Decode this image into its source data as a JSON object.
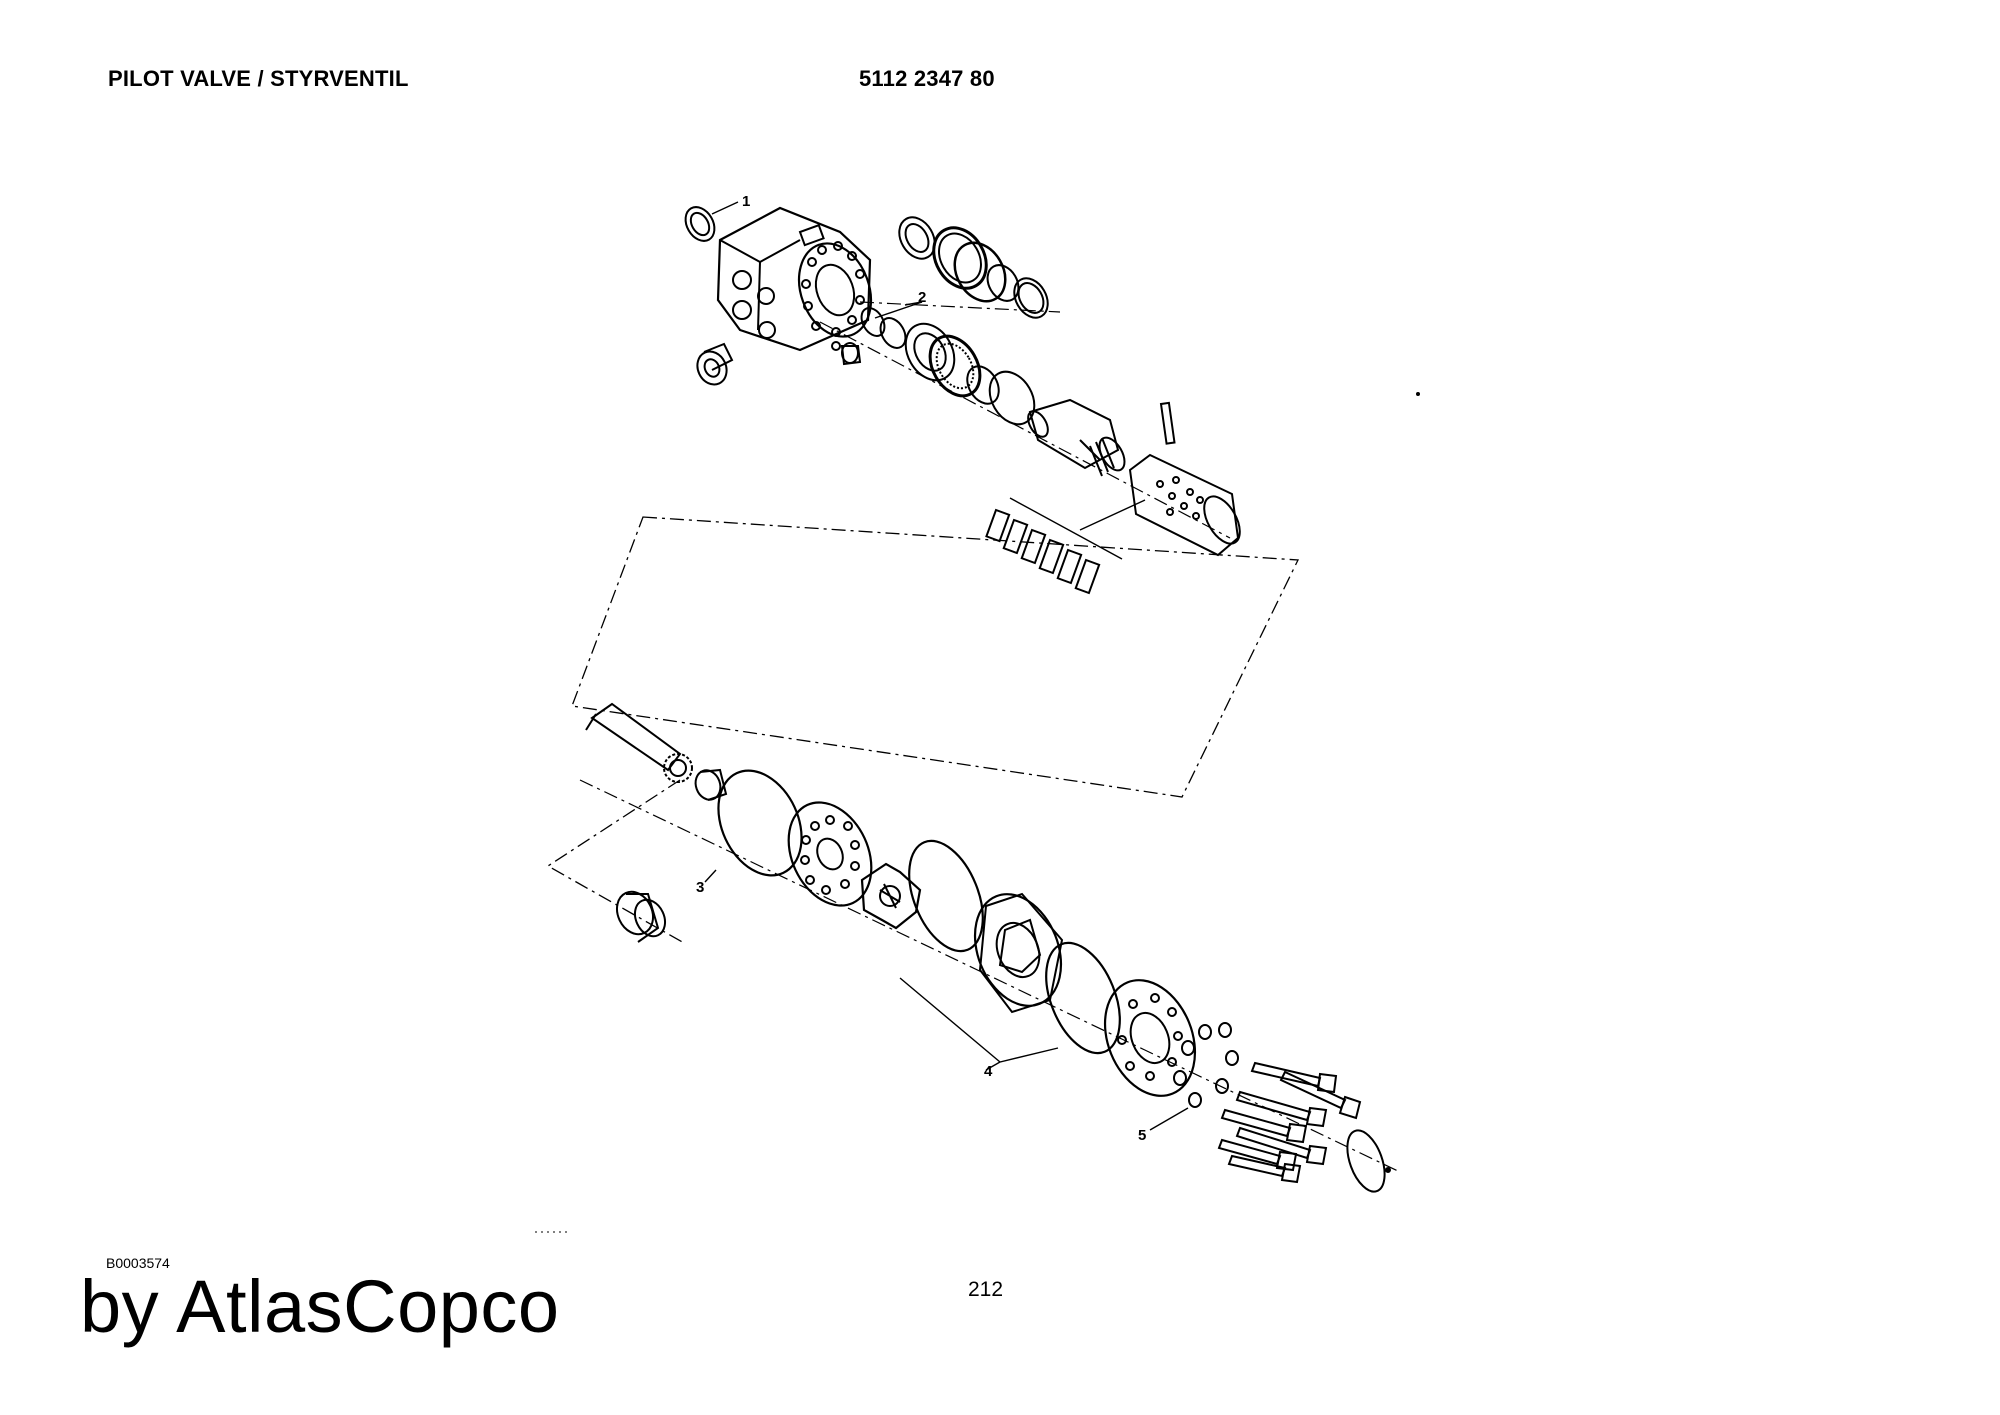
{
  "header": {
    "title": "PILOT VALVE / STYRVENTIL",
    "part_number": "5112 2347 80"
  },
  "drawing": {
    "callouts": [
      "1",
      "2",
      "3",
      "4",
      "5"
    ],
    "code": "B0003574"
  },
  "footer": {
    "page_number": "212",
    "brand": "by AtlasCopco"
  }
}
